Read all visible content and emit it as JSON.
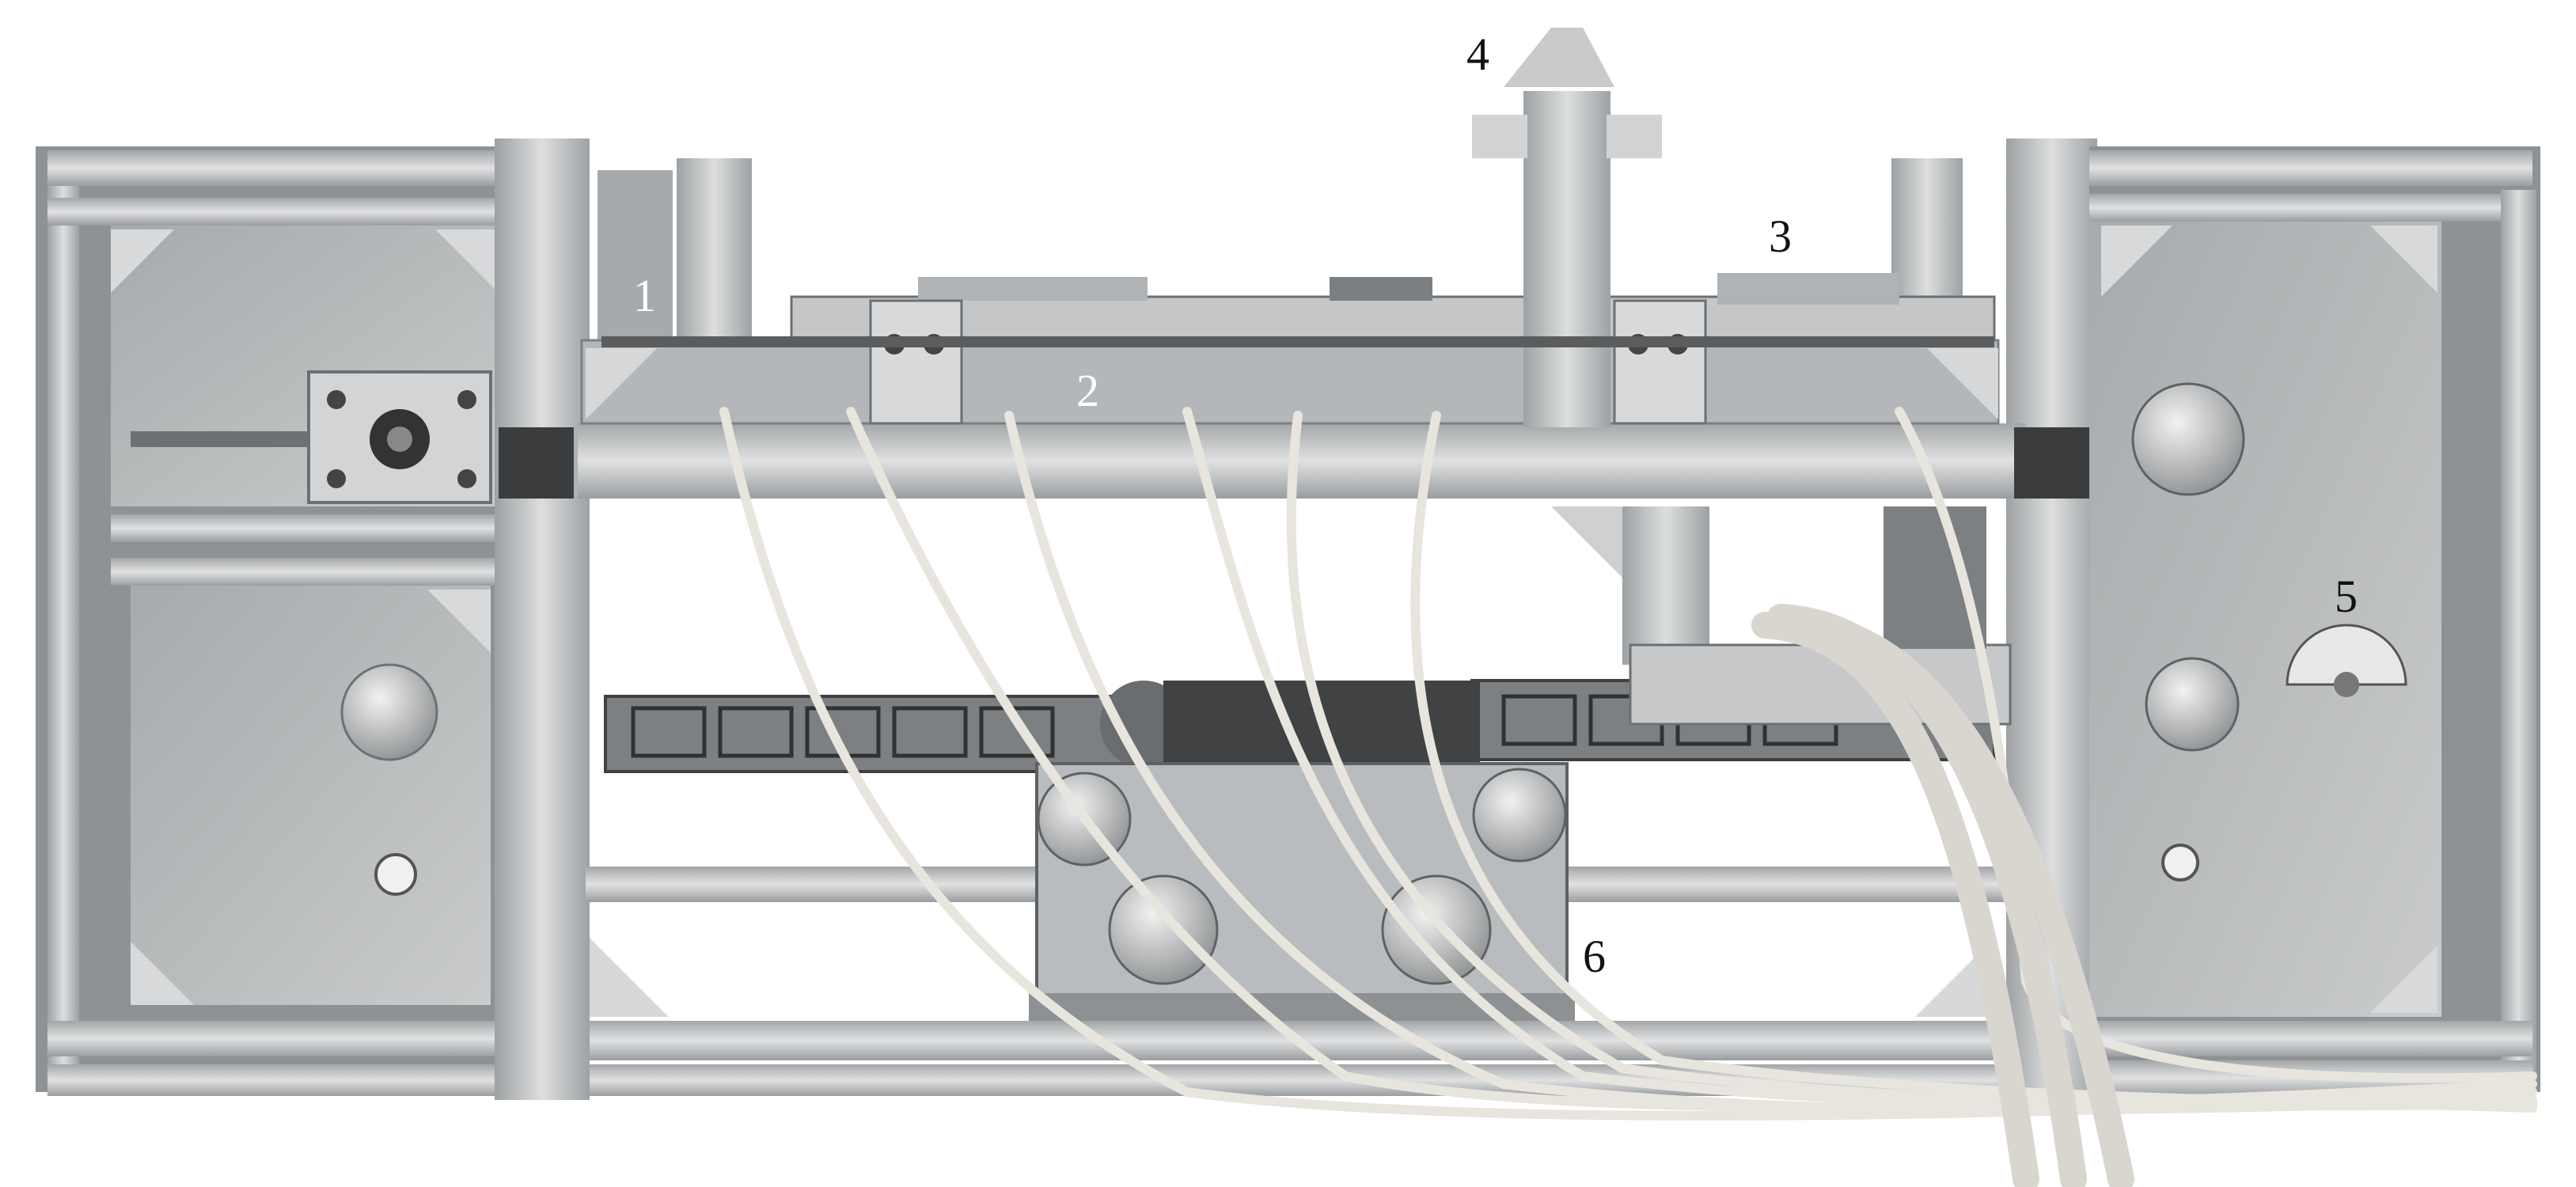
{
  "figure": {
    "callouts": [
      {
        "id": "1",
        "text": "1"
      },
      {
        "id": "2",
        "text": "2"
      },
      {
        "id": "3",
        "text": "3"
      },
      {
        "id": "4",
        "text": "4"
      },
      {
        "id": "5",
        "text": "5"
      },
      {
        "id": "6",
        "text": "6"
      }
    ],
    "style": {
      "background": "#ffffff",
      "frame": "#c4c6c8",
      "frame_dark": "#8e9194",
      "panel": "#a9acae",
      "belt": "#4a4c4e",
      "cable": "#e6e3dc"
    }
  }
}
